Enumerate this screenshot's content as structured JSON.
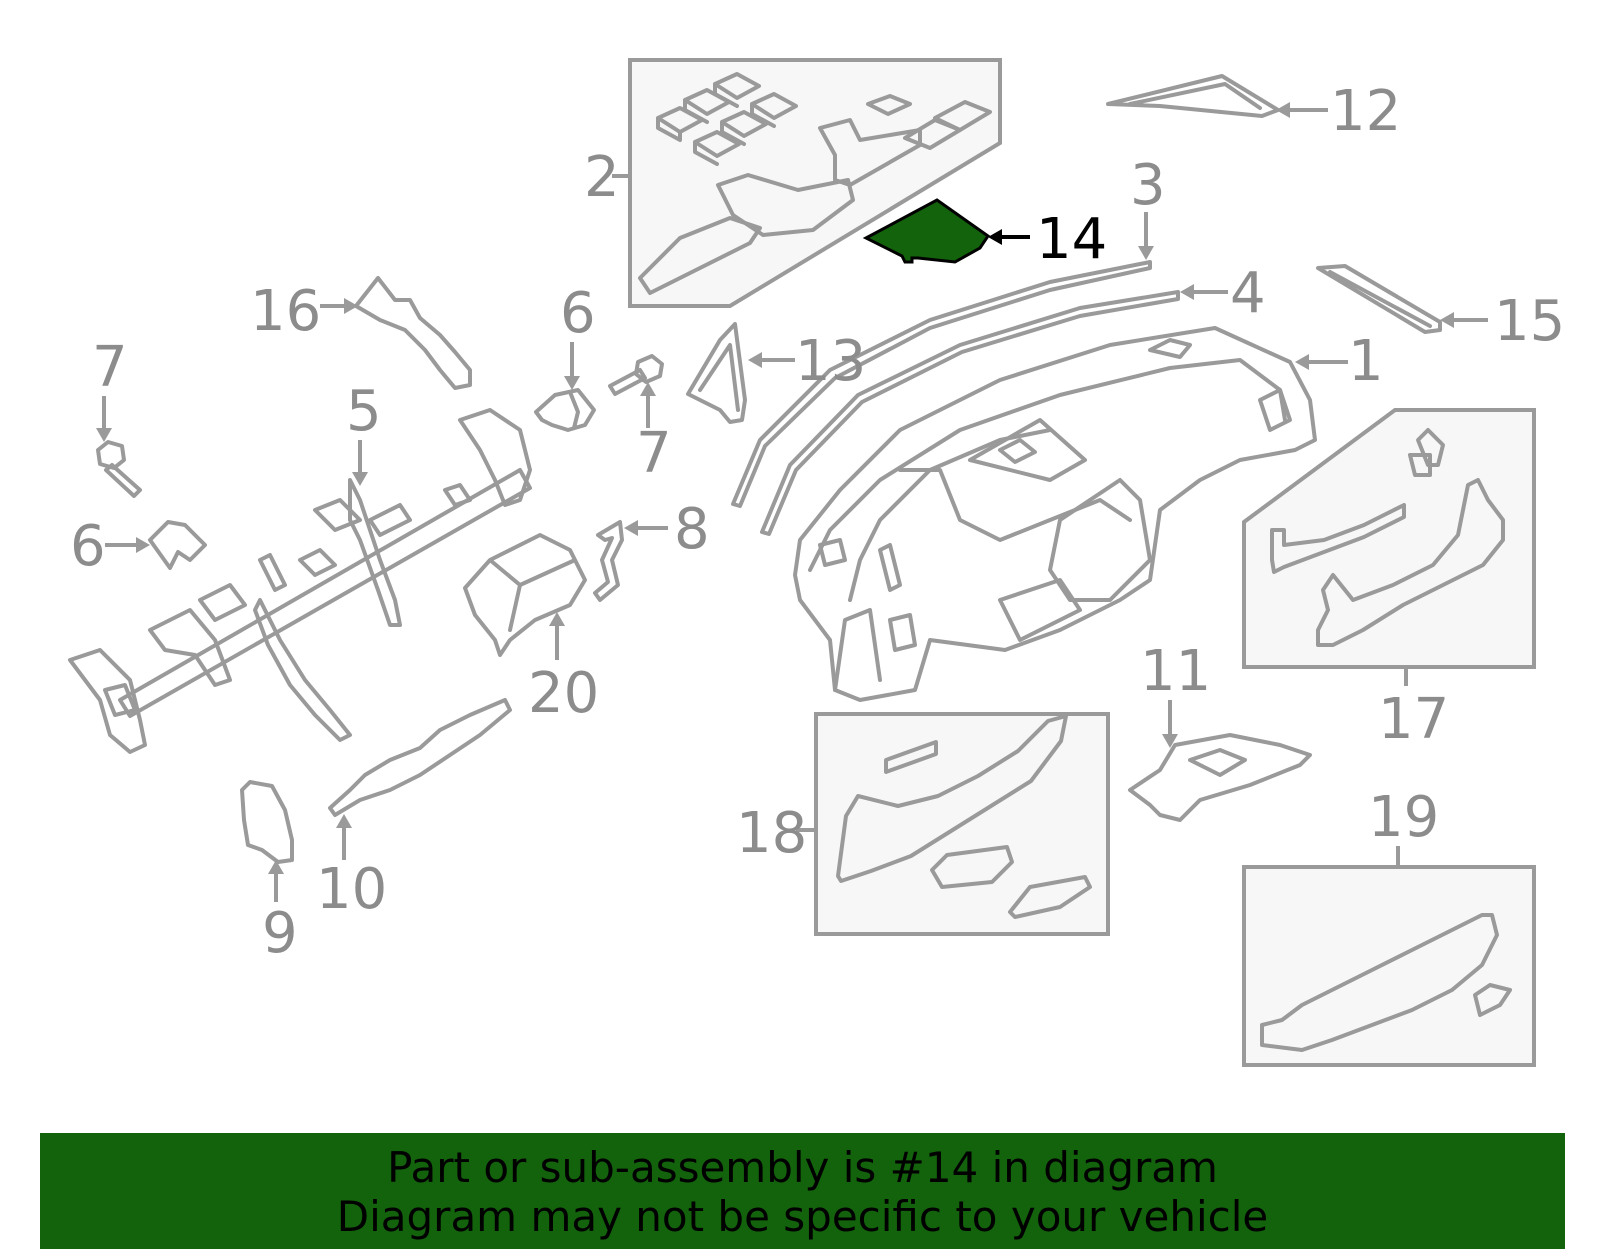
{
  "highlight": {
    "part_number": "14",
    "color": "#13620c"
  },
  "callouts": {
    "c1": "1",
    "c2": "2",
    "c3": "3",
    "c4": "4",
    "c5": "5",
    "c6a": "6",
    "c6b": "6",
    "c7a": "7",
    "c7b": "7",
    "c8": "8",
    "c9": "9",
    "c10": "10",
    "c11": "11",
    "c12": "12",
    "c13": "13",
    "c14": "14",
    "c15": "15",
    "c16": "16",
    "c17": "17",
    "c18": "18",
    "c19": "19",
    "c20": "20"
  },
  "banner": {
    "line1": "Part or sub-assembly is #14 in diagram",
    "line2": "Diagram may not be specific to your vehicle"
  }
}
